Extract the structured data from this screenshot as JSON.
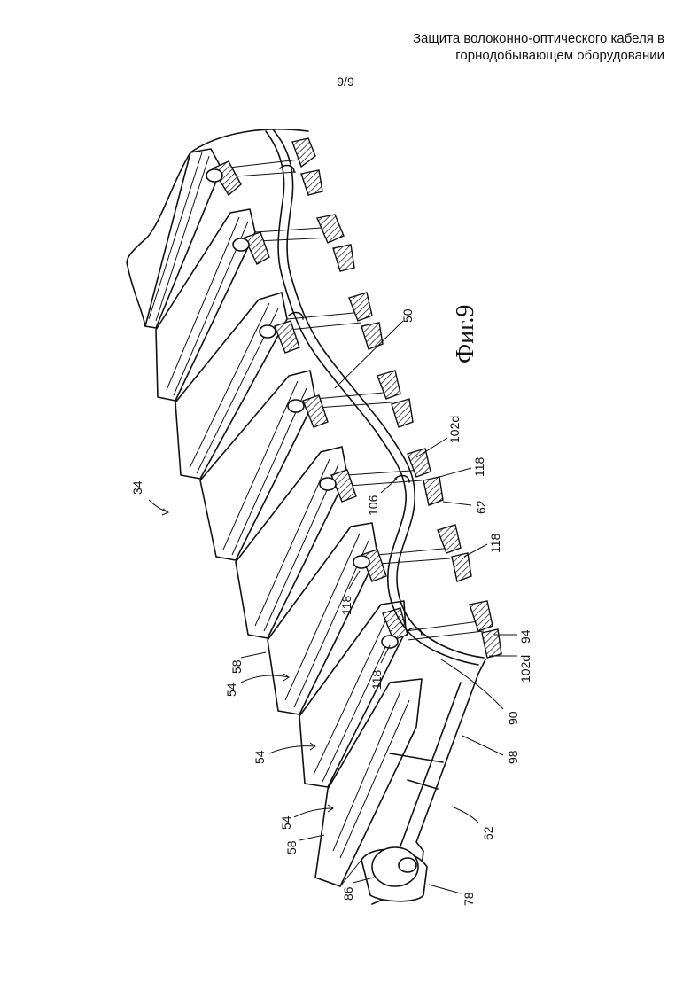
{
  "header": {
    "title_line1": "Защита волоконно-оптического кабеля в",
    "title_line2": "горнодобывающем оборудовании",
    "page_number": "9/9"
  },
  "figure": {
    "caption": "Фиг.9",
    "labels": {
      "l34": "34",
      "l50": "50",
      "l102d_top": "102d",
      "l118_a": "118",
      "l106": "106",
      "l62_mid": "62",
      "l118_b": "118",
      "l118_c": "118",
      "l94": "94",
      "l102d_bot": "102d",
      "l118_d": "118",
      "l90": "90",
      "l58_a": "58",
      "l54_a": "54",
      "l98": "98",
      "l54_b": "54",
      "l54_c": "54",
      "l58_b": "58",
      "l62_bot": "62",
      "l86": "86",
      "l78": "78"
    }
  }
}
